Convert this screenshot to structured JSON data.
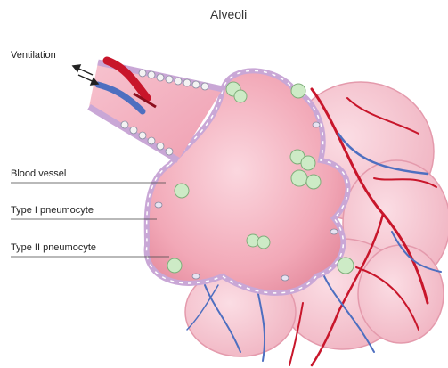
{
  "title": "Alveoli",
  "labels": {
    "ventilation": "Ventilation",
    "blood_vessel": "Blood vessel",
    "type1": "Type I pneumocyte",
    "type2": "Type II pneumocyte"
  },
  "colors": {
    "tissue_pink": "#f4b9c6",
    "lumen_pink": "#ee97a8",
    "artery_red": "#c8162b",
    "vein_blue": "#4e6fc0",
    "cell_green": "#cdebc6",
    "membrane": "#b9a0cc"
  }
}
